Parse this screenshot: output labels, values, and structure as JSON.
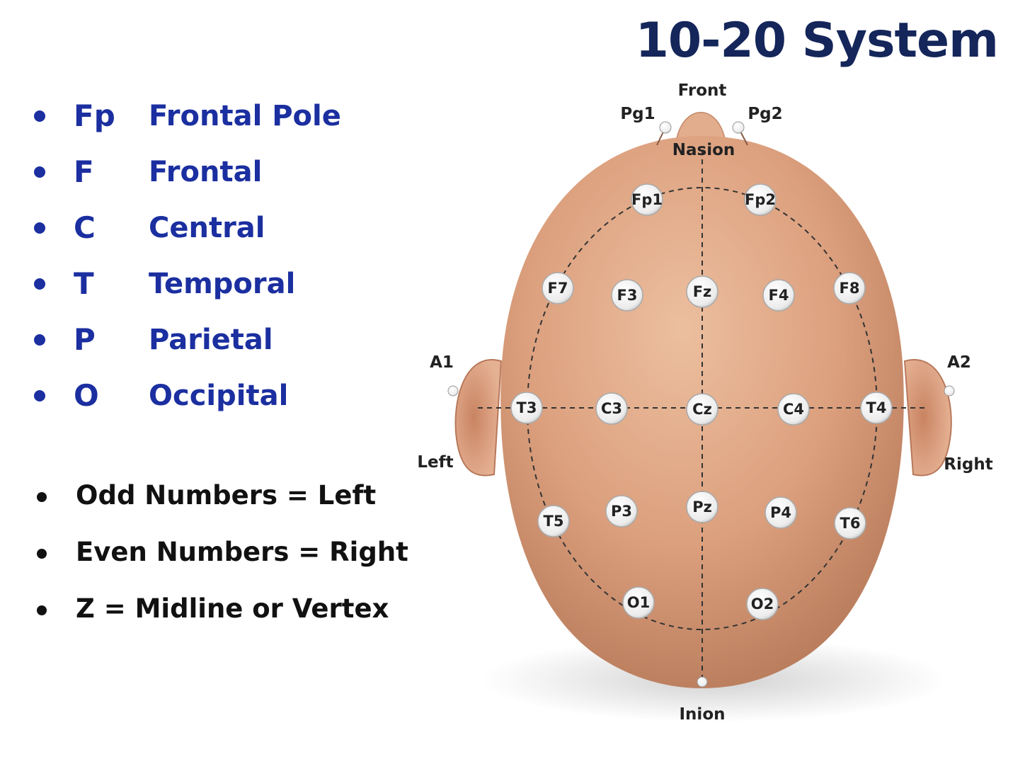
{
  "title": "10-20 System",
  "legend": [
    {
      "abbr": "Fp",
      "name": "Frontal Pole"
    },
    {
      "abbr": "F",
      "name": "Frontal"
    },
    {
      "abbr": "C",
      "name": "Central"
    },
    {
      "abbr": "T",
      "name": "Temporal"
    },
    {
      "abbr": "P",
      "name": "Parietal"
    },
    {
      "abbr": "O",
      "name": "Occipital"
    }
  ],
  "rules": [
    "Odd Numbers = Left",
    "Even Numbers = Right",
    "Z = Midline or Vertex"
  ],
  "landmarks": {
    "front": "Front",
    "nasion": "Nasion",
    "inion": "Inion",
    "left": "Left",
    "right": "Right",
    "pg1": "Pg1",
    "pg2": "Pg2",
    "a1": "A1",
    "a2": "A2"
  },
  "electrodes": {
    "fp1": "Fp1",
    "fp2": "Fp2",
    "f7": "F7",
    "f3": "F3",
    "fz": "Fz",
    "f4": "F4",
    "f8": "F8",
    "t3": "T3",
    "c3": "C3",
    "cz": "Cz",
    "c4": "C4",
    "t4": "T4",
    "t5": "T5",
    "p3": "P3",
    "pz": "Pz",
    "p4": "P4",
    "t6": "T6",
    "o1": "O1",
    "o2": "O2"
  },
  "colors": {
    "title": "#14265a",
    "legend": "#1b2fa0",
    "rules": "#111111",
    "skin": "#dca07e",
    "electrode": "#f3f3f3"
  }
}
